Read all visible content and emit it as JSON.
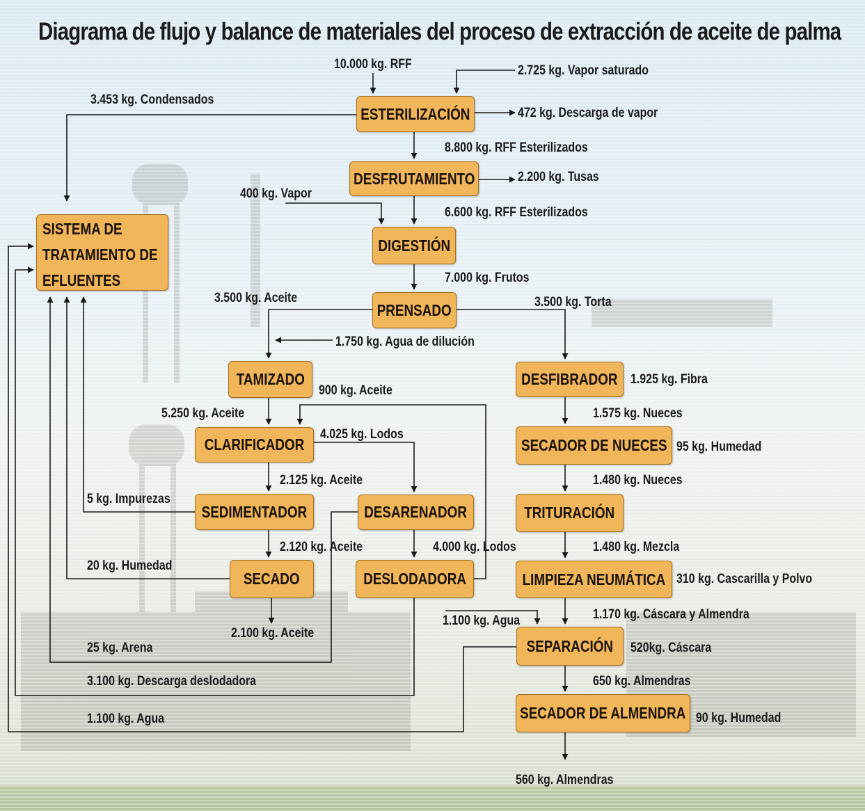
{
  "title": "Diagrama de flujo y balance de materiales del proceso de extracción de aceite de palma",
  "colors": {
    "box_fill": "#f0b659",
    "box_border": "#a66f1e",
    "line": "#1a1a1a"
  },
  "boxes": {
    "esterilizacion": "ESTERILIZACIÓN",
    "desfrutamiento": "DESFRUTAMIENTO",
    "digestion": "DIGESTIÓN",
    "prensado": "PRENSADO",
    "tamizado": "TAMIZADO",
    "clarificador": "CLARIFICADOR",
    "sedimentador": "SEDIMENTADOR",
    "desarenador": "DESARENADOR",
    "secado": "SECADO",
    "deslodadora": "DESLODADORA",
    "desfibrador": "DESFIBRADOR",
    "secador_nueces": "SECADOR DE NUECES",
    "trituracion": "TRITURACIÓN",
    "limpieza_neumatica": "LIMPIEZA NEUMÁTICA",
    "separacion": "SEPARACIÓN",
    "secador_almendra": "SECADOR DE ALMENDRA",
    "sistema_line1": "SISTEMA DE",
    "sistema_line2": "TRATAMIENTO DE",
    "sistema_line3": "EFLUENTES"
  },
  "labels": {
    "rff_in": "10.000 kg. RFF",
    "vapor_saturado": "2.725 kg. Vapor saturado",
    "condensados": "3.453 kg. Condensados",
    "descarga_vapor": "472 kg. Descarga de vapor",
    "rff_esterilizados_1": "8.800 kg. RFF Esterilizados",
    "tusas": "2.200 kg. Tusas",
    "vapor_400": "400 kg. Vapor",
    "rff_esterilizados_2": "6.600 kg. RFF Esterilizados",
    "frutos": "7.000 kg. Frutos",
    "aceite_3500": "3.500 kg. Aceite",
    "torta": "3.500 kg. Torta",
    "agua_dilucion": "1.750 kg. Agua de dilución",
    "aceite_900": "900 kg. Aceite",
    "fibra": "1.925 kg. Fibra",
    "aceite_5250": "5.250 kg. Aceite",
    "lodos_4025": "4.025 kg. Lodos",
    "nueces_1575": "1.575 kg. Nueces",
    "humedad_95": "95 kg. Humedad",
    "aceite_2125": "2.125 kg. Aceite",
    "nueces_1480": "1.480 kg. Nueces",
    "impurezas": "5 kg. Impurezas",
    "aceite_2120": "2.120 kg. Aceite",
    "lodos_4000": "4.000 kg. Lodos",
    "mezcla": "1.480 kg. Mezcla",
    "humedad_20": "20 kg. Humedad",
    "cascarilla": "310 kg. Cascarilla y Polvo",
    "agua_1100_in": "1.100 kg. Agua",
    "cascara_almendra": "1.170 kg. Cáscara y Almendra",
    "aceite_2100": "2.100 kg. Aceite",
    "arena": "25 kg. Arena",
    "cascara_520": "520kg. Cáscara",
    "descarga_deslodadora": "3.100 kg. Descarga deslodadora",
    "almendras_650": "650 kg. Almendras",
    "agua_1100_out": "1.100 kg. Agua",
    "humedad_90": "90 kg. Humedad",
    "almendras_560": "560 kg. Almendras"
  }
}
